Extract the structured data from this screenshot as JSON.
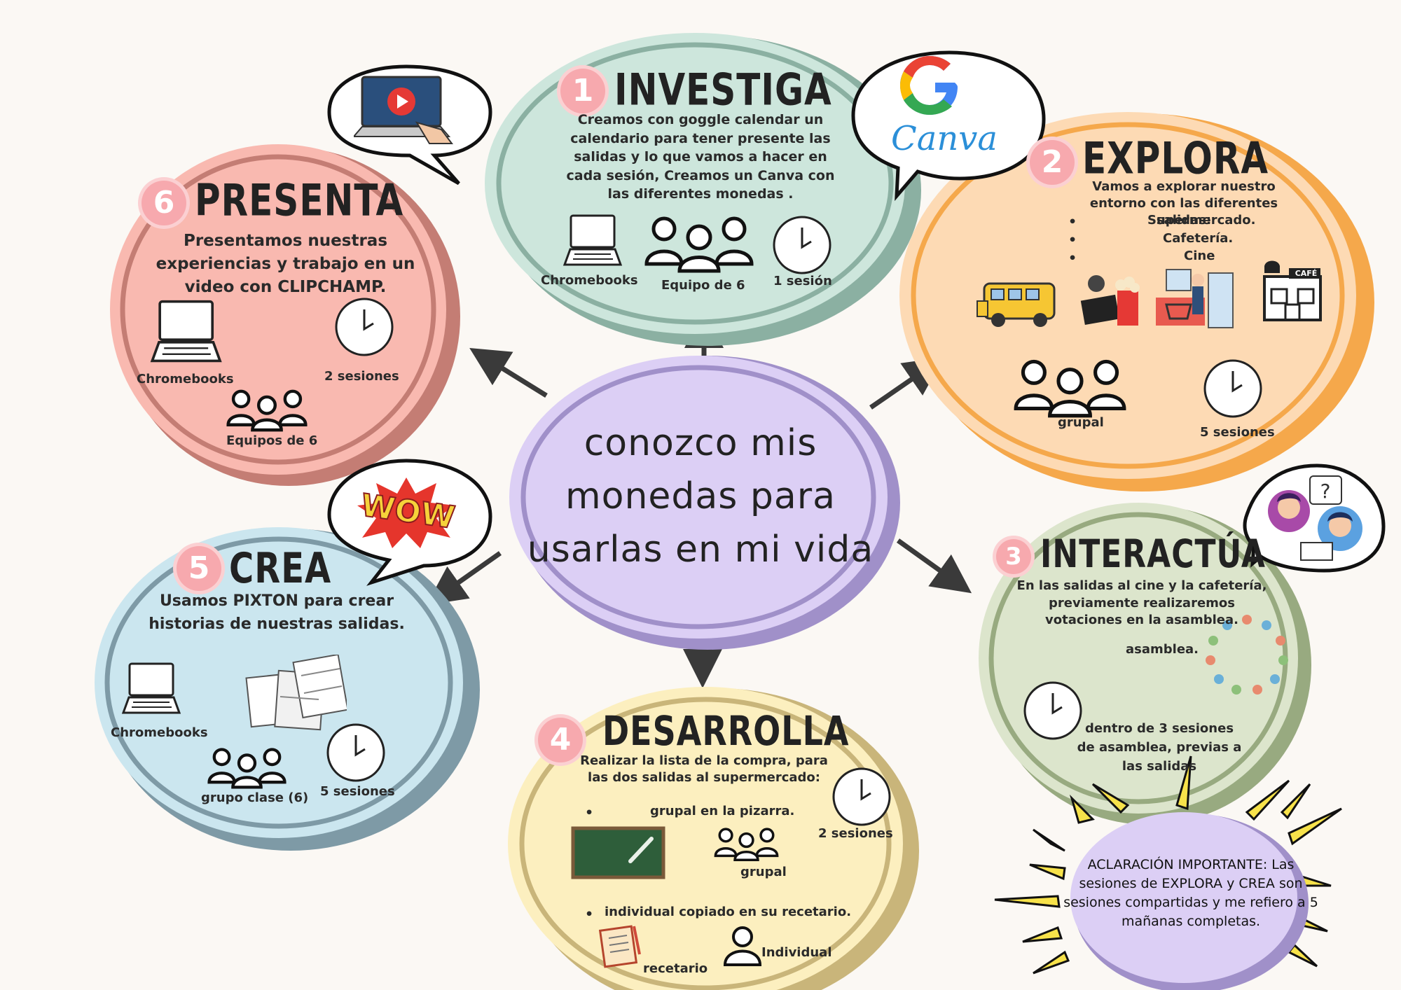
{
  "center": {
    "title": "conozco mis monedas para usarlas en mi vida"
  },
  "investiga": {
    "number": "1",
    "title": "INVESTIGA",
    "text": "Creamos con goggle calendar un calendario para tener presente las salidas y lo que vamos a hacer en cada sesión, Creamos un Canva con las diferentes monedas .",
    "labels": {
      "device": "Chromebooks",
      "group": "Equipo de 6",
      "time": "1 sesión"
    }
  },
  "explora": {
    "number": "2",
    "title": "EXPLORA",
    "text": "Vamos a explorar nuestro entorno con las diferentes salidas:",
    "bullets": [
      "Supermercado.",
      "Cafetería.",
      "Cine"
    ],
    "labels": {
      "group": "grupal",
      "time": "5 sesiones"
    },
    "cafe_sign": "CAFÉ"
  },
  "interactua": {
    "number": "3",
    "title": "INTERACTÚA",
    "text": "En las salidas al cine y la cafetería, previamente realizaremos votaciones en la asamblea.",
    "labels": {
      "assembly": "asamblea.",
      "time": "dentro de 3 sesiones de asamblea, previas a las salidas"
    }
  },
  "desarrolla": {
    "number": "4",
    "title": "DESARROLLA",
    "text": "Realizar la lista de la compra, para las dos salidas al supermercado:",
    "bullets": [
      "grupal en la pizarra.",
      "individual copiado en su recetario."
    ],
    "labels": {
      "time": "2 sesiones",
      "group": "grupal",
      "recipe": "recetario",
      "individual": "Individual"
    }
  },
  "crea": {
    "number": "5",
    "title": "CREA",
    "text": "Usamos PIXTON para crear historias de nuestras salidas.",
    "labels": {
      "device": "Chromebooks",
      "group": "grupo clase (6)",
      "time": "5 sesiones"
    }
  },
  "presenta": {
    "number": "6",
    "title": "PRESENTA",
    "text": "Presentamos nuestras experiencias y trabajo en un video con CLIPCHAMP.",
    "labels": {
      "device": "Chromebooks",
      "time": "2 sesiones",
      "group": "Equipos de 6"
    }
  },
  "bubbles": {
    "canva_logo": "Canva",
    "wow": "WOW"
  },
  "note": {
    "text": "ACLARACIÓN IMPORTANTE: Las sesiones de EXPLORA y CREA son sesiones compartidas y me refiero a 5 mañanas completas."
  },
  "colors": {
    "investiga": "#cde6dc",
    "explora": "#fddab4",
    "interactua": "#dce5cc",
    "desarrolla": "#fcefbf",
    "crea": "#cbe6ef",
    "presenta": "#f9b9b0",
    "center": "#dccff5",
    "badge": "#f7a9ae"
  }
}
